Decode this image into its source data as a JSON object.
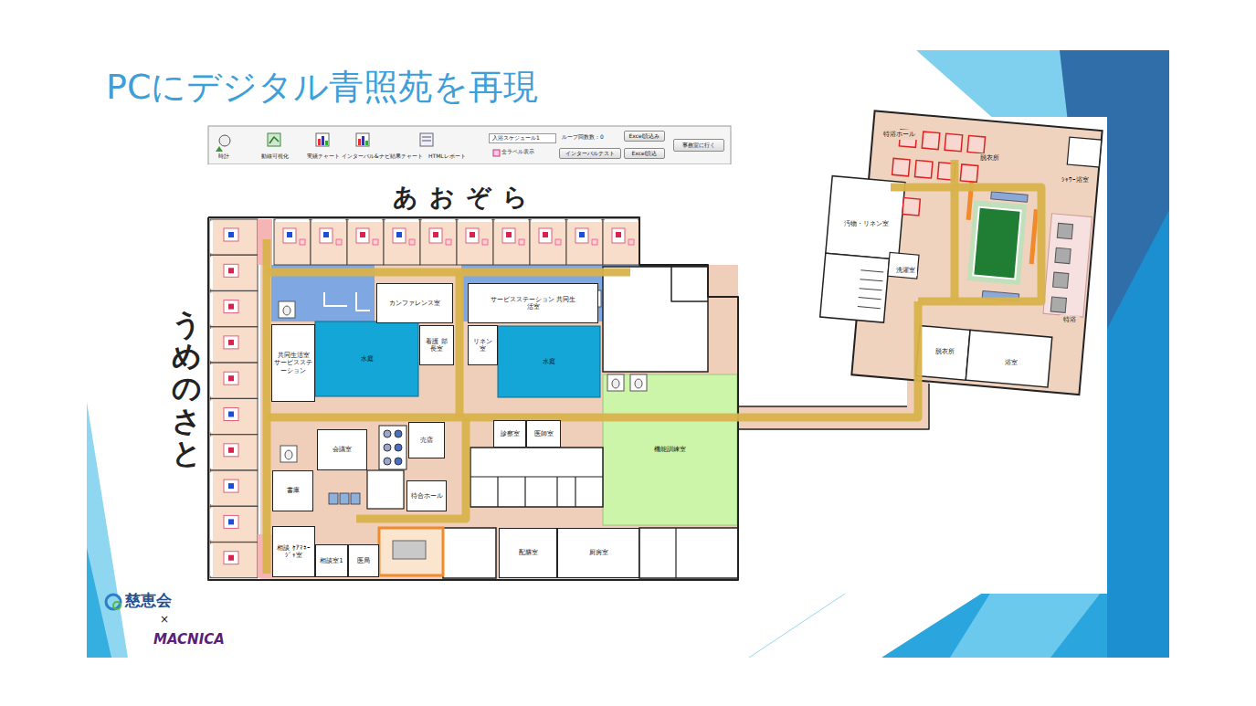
{
  "diagram": {
    "title": "PCにデジタル青照苑を再現",
    "nodes": [
      {
        "text": [
          "入浴スケジュール1"
        ]
      },
      {
        "text": [
          "Excel読込み"
        ]
      },
      {
        "text": [
          "インターバルテスト"
        ]
      },
      {
        "text": [
          "Excel読込"
        ]
      },
      {
        "text": [
          "事務室に行く"
        ]
      },
      {
        "text": [
          "カンファレンス室"
        ]
      },
      {
        "text": [
          "サービスステーション 共同生活室"
        ]
      },
      {
        "text": [
          "共同生活室 サービスステーション"
        ]
      },
      {
        "text": [
          "水庭"
        ]
      },
      {
        "text": [
          "看護 部長室"
        ]
      },
      {
        "text": [
          "リネン室"
        ]
      },
      {
        "text": [
          "水庭"
        ]
      },
      {
        "text": [
          "会議室"
        ]
      },
      {
        "text": [
          "売店"
        ]
      },
      {
        "text": [
          "待合ホール"
        ]
      },
      {
        "text": [
          "書庫"
        ]
      },
      {
        "text": [
          "診察室"
        ]
      },
      {
        "text": [
          "医師室"
        ]
      },
      {
        "text": [
          "機能訓練室"
        ]
      },
      {
        "text": [
          "相談 ｹｱﾏﾈｰｼﾞｬ室"
        ]
      },
      {
        "text": [
          "相談室1"
        ]
      },
      {
        "text": [
          "医局"
        ]
      },
      {
        "text": [
          "配膳室"
        ]
      },
      {
        "text": [
          "厨房室"
        ]
      },
      {
        "text": [
          "特浴ホール"
        ]
      },
      {
        "text": [
          "脱衣所"
        ]
      },
      {
        "text": [
          "ｼｬﾜｰ浴室"
        ]
      },
      {
        "text": [
          "汚物・リネン室"
        ]
      },
      {
        "text": [
          "洗濯室"
        ]
      },
      {
        "text": [
          "特浴"
        ]
      },
      {
        "text": [
          "脱衣所"
        ]
      },
      {
        "text": [
          "浴室"
        ]
      }
    ],
    "labels": [
      "時計",
      "動線可視化",
      "実績チャート",
      "インターバル&ナビ結果チャート",
      "HTMLレポート",
      "ループ回数数：0",
      "全ラベル表示",
      "あおぞら",
      "うめのさと",
      "慈恵会",
      "×",
      "MACNICA"
    ]
  }
}
